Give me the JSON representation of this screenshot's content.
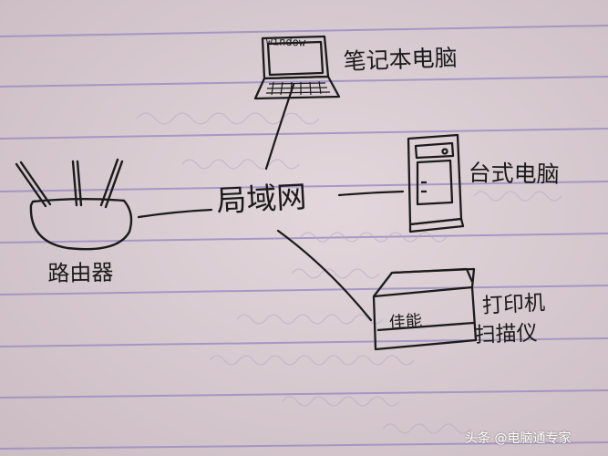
{
  "labels": {
    "laptop": "笔记本电脑",
    "laptop_screen": "window",
    "desktop": "台式电脑",
    "router": "路由器",
    "lan": "局域网",
    "printer_line1": "打印机",
    "printer_line2": "扫描仪",
    "printer_brand": "佳能"
  },
  "watermark": "头条 @电脑通专家",
  "colors": {
    "paper": "#d9cbd0",
    "rule_line": "#9c8fc4",
    "ink": "#1b1b1b"
  }
}
